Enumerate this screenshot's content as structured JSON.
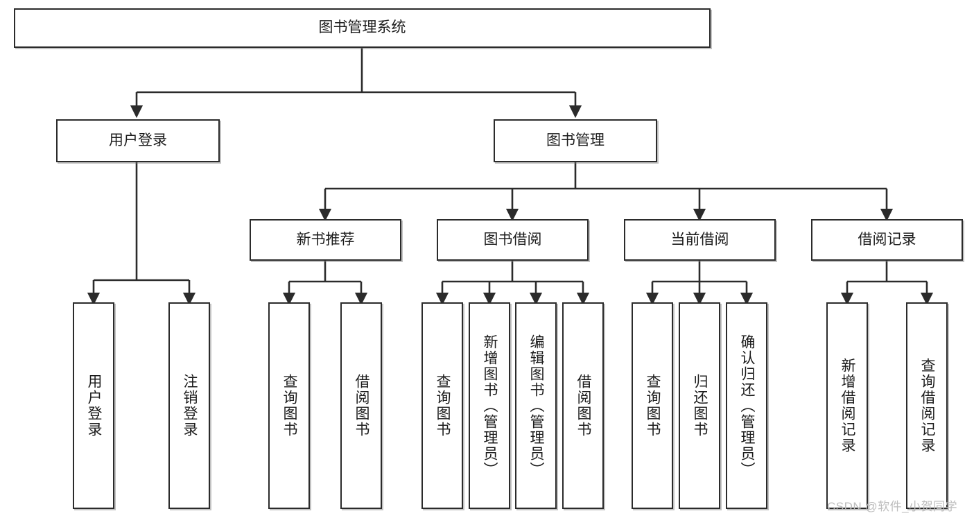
{
  "diagram": {
    "title": "图书管理系统",
    "type": "hierarchy-tree",
    "orientation": "top-down",
    "line_color": "#2b2b2b",
    "box_fill": "#ffffff",
    "text_color": "#1c1c1c"
  },
  "nodes": {
    "root": {
      "label": "图书管理系统",
      "level": 1
    },
    "level2": [
      {
        "id": "user-login",
        "label": "用户登录"
      },
      {
        "id": "book-manage",
        "label": "图书管理"
      }
    ],
    "level3": [
      {
        "id": "new-book-rec",
        "label": "新书推荐"
      },
      {
        "id": "book-borrow",
        "label": "图书借阅"
      },
      {
        "id": "current-borrow",
        "label": "当前借阅"
      },
      {
        "id": "borrow-record",
        "label": "借阅记录"
      }
    ],
    "leaves": {
      "user-login": [
        {
          "id": "leaf-user-login",
          "label": "用户登录"
        },
        {
          "id": "leaf-logout",
          "label": "注销登录"
        }
      ],
      "new-book-rec": [
        {
          "id": "leaf-query-book-1",
          "label": "查询图书"
        },
        {
          "id": "leaf-borrow-book-1",
          "label": "借阅图书"
        }
      ],
      "book-borrow": [
        {
          "id": "leaf-query-book-2",
          "label": "查询图书"
        },
        {
          "id": "leaf-add-book",
          "label": "新增图书（管理员）"
        },
        {
          "id": "leaf-edit-book",
          "label": "编辑图书（管理员）"
        },
        {
          "id": "leaf-borrow-book-2",
          "label": "借阅图书"
        }
      ],
      "current-borrow": [
        {
          "id": "leaf-query-book-3",
          "label": "查询图书"
        },
        {
          "id": "leaf-return-book",
          "label": "归还图书"
        },
        {
          "id": "leaf-confirm-return",
          "label": "确认归还（管理员）"
        }
      ],
      "borrow-record": [
        {
          "id": "leaf-add-record",
          "label": "新增借阅记录"
        },
        {
          "id": "leaf-query-record",
          "label": "查询借阅记录"
        }
      ]
    }
  },
  "watermark": {
    "text": "CSDN @软件_小贺同学"
  }
}
